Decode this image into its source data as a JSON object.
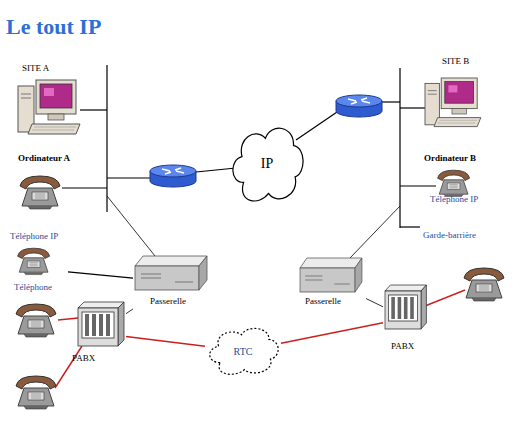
{
  "diagram": {
    "title": "Le tout IP",
    "nodes": [
      {
        "text": [
          "Ordinateur A"
        ]
      },
      {
        "text": [
          "Ordinateur B"
        ]
      },
      {
        "text": [
          "IP"
        ]
      },
      {
        "text": [
          "Téléphone IP"
        ]
      },
      {
        "text": [
          "Téléphone IP"
        ]
      },
      {
        "text": [
          "Téléphone"
        ]
      },
      {
        "text": [
          "Passerelle"
        ]
      },
      {
        "text": [
          "Passerelle"
        ]
      },
      {
        "text": [
          "PABX"
        ]
      },
      {
        "text": [
          "PABX"
        ]
      },
      {
        "text": [
          "RTC"
        ]
      }
    ],
    "edges": [
      {
        "from": 5,
        "to": 6,
        "arrow": "none"
      },
      {
        "from": 6,
        "to": 8,
        "arrow": "none"
      },
      {
        "from": 7,
        "to": 9,
        "arrow": "none"
      },
      {
        "from": 8,
        "to": 10,
        "arrow": "none"
      },
      {
        "from": 10,
        "to": 9,
        "arrow": "none"
      }
    ],
    "labels": [
      "SITE A",
      "SITE B",
      "Garde-barrière"
    ]
  }
}
